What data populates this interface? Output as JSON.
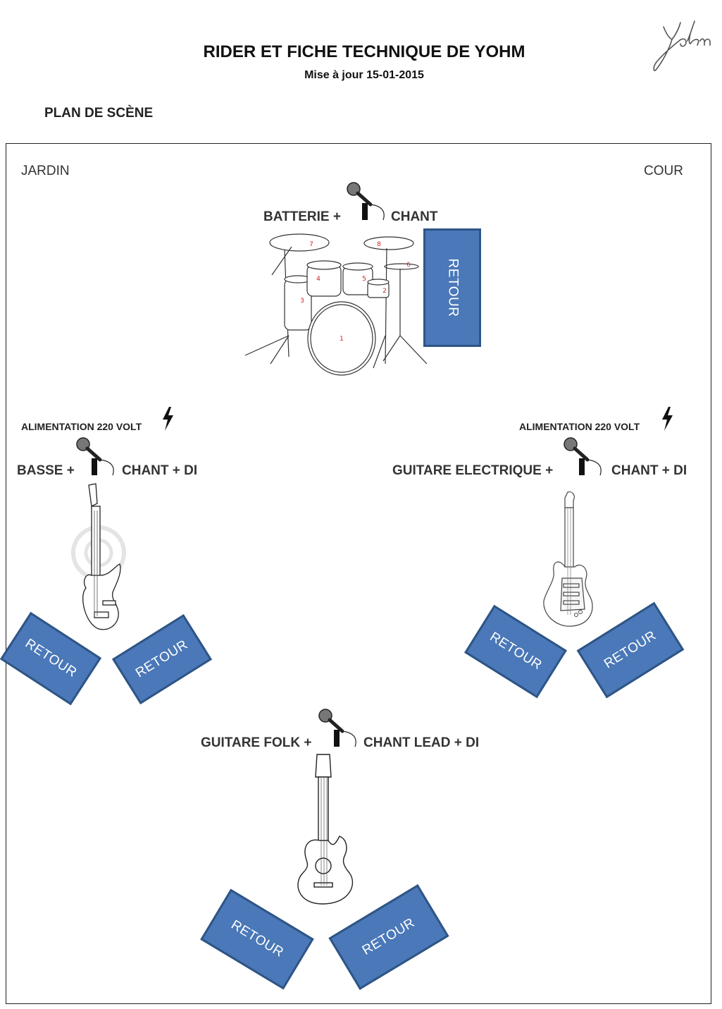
{
  "header": {
    "title": "RIDER ET FICHE TECHNIQUE DE YOHM",
    "subtitle": "Mise à jour 15-01-2015",
    "signature": "Yohm"
  },
  "section_title": "PLAN DE SCÈNE",
  "stage": {
    "left_side": "JARDIN",
    "right_side": "COUR"
  },
  "drums": {
    "label_left": "BATTERIE +",
    "label_right": "CHANT",
    "monitor": "RETOUR",
    "kit_numbers": [
      "1",
      "2",
      "3",
      "4",
      "5",
      "6",
      "7",
      "8"
    ]
  },
  "bass": {
    "power": "ALIMENTATION 220 VOLT",
    "label_left": "BASSE +",
    "label_right": "CHANT + DI",
    "monitors": [
      "RETOUR",
      "RETOUR"
    ]
  },
  "electric": {
    "power": "ALIMENTATION 220 VOLT",
    "label_left": "GUITARE ELECTRIQUE +",
    "label_right": "CHANT + DI",
    "monitors": [
      "RETOUR",
      "RETOUR"
    ]
  },
  "folk": {
    "label_left": "GUITARE FOLK +",
    "label_right": "CHANT LEAD  + DI",
    "monitors": [
      "RETOUR",
      "RETOUR"
    ]
  },
  "colors": {
    "monitor_fill": "#4a78b8",
    "monitor_border": "#2e5585",
    "kit_number": "#d02020"
  },
  "icons": [
    "microphone-icon",
    "lightning-icon",
    "drum-kit",
    "bass-guitar",
    "electric-guitar",
    "acoustic-guitar",
    "signature"
  ]
}
